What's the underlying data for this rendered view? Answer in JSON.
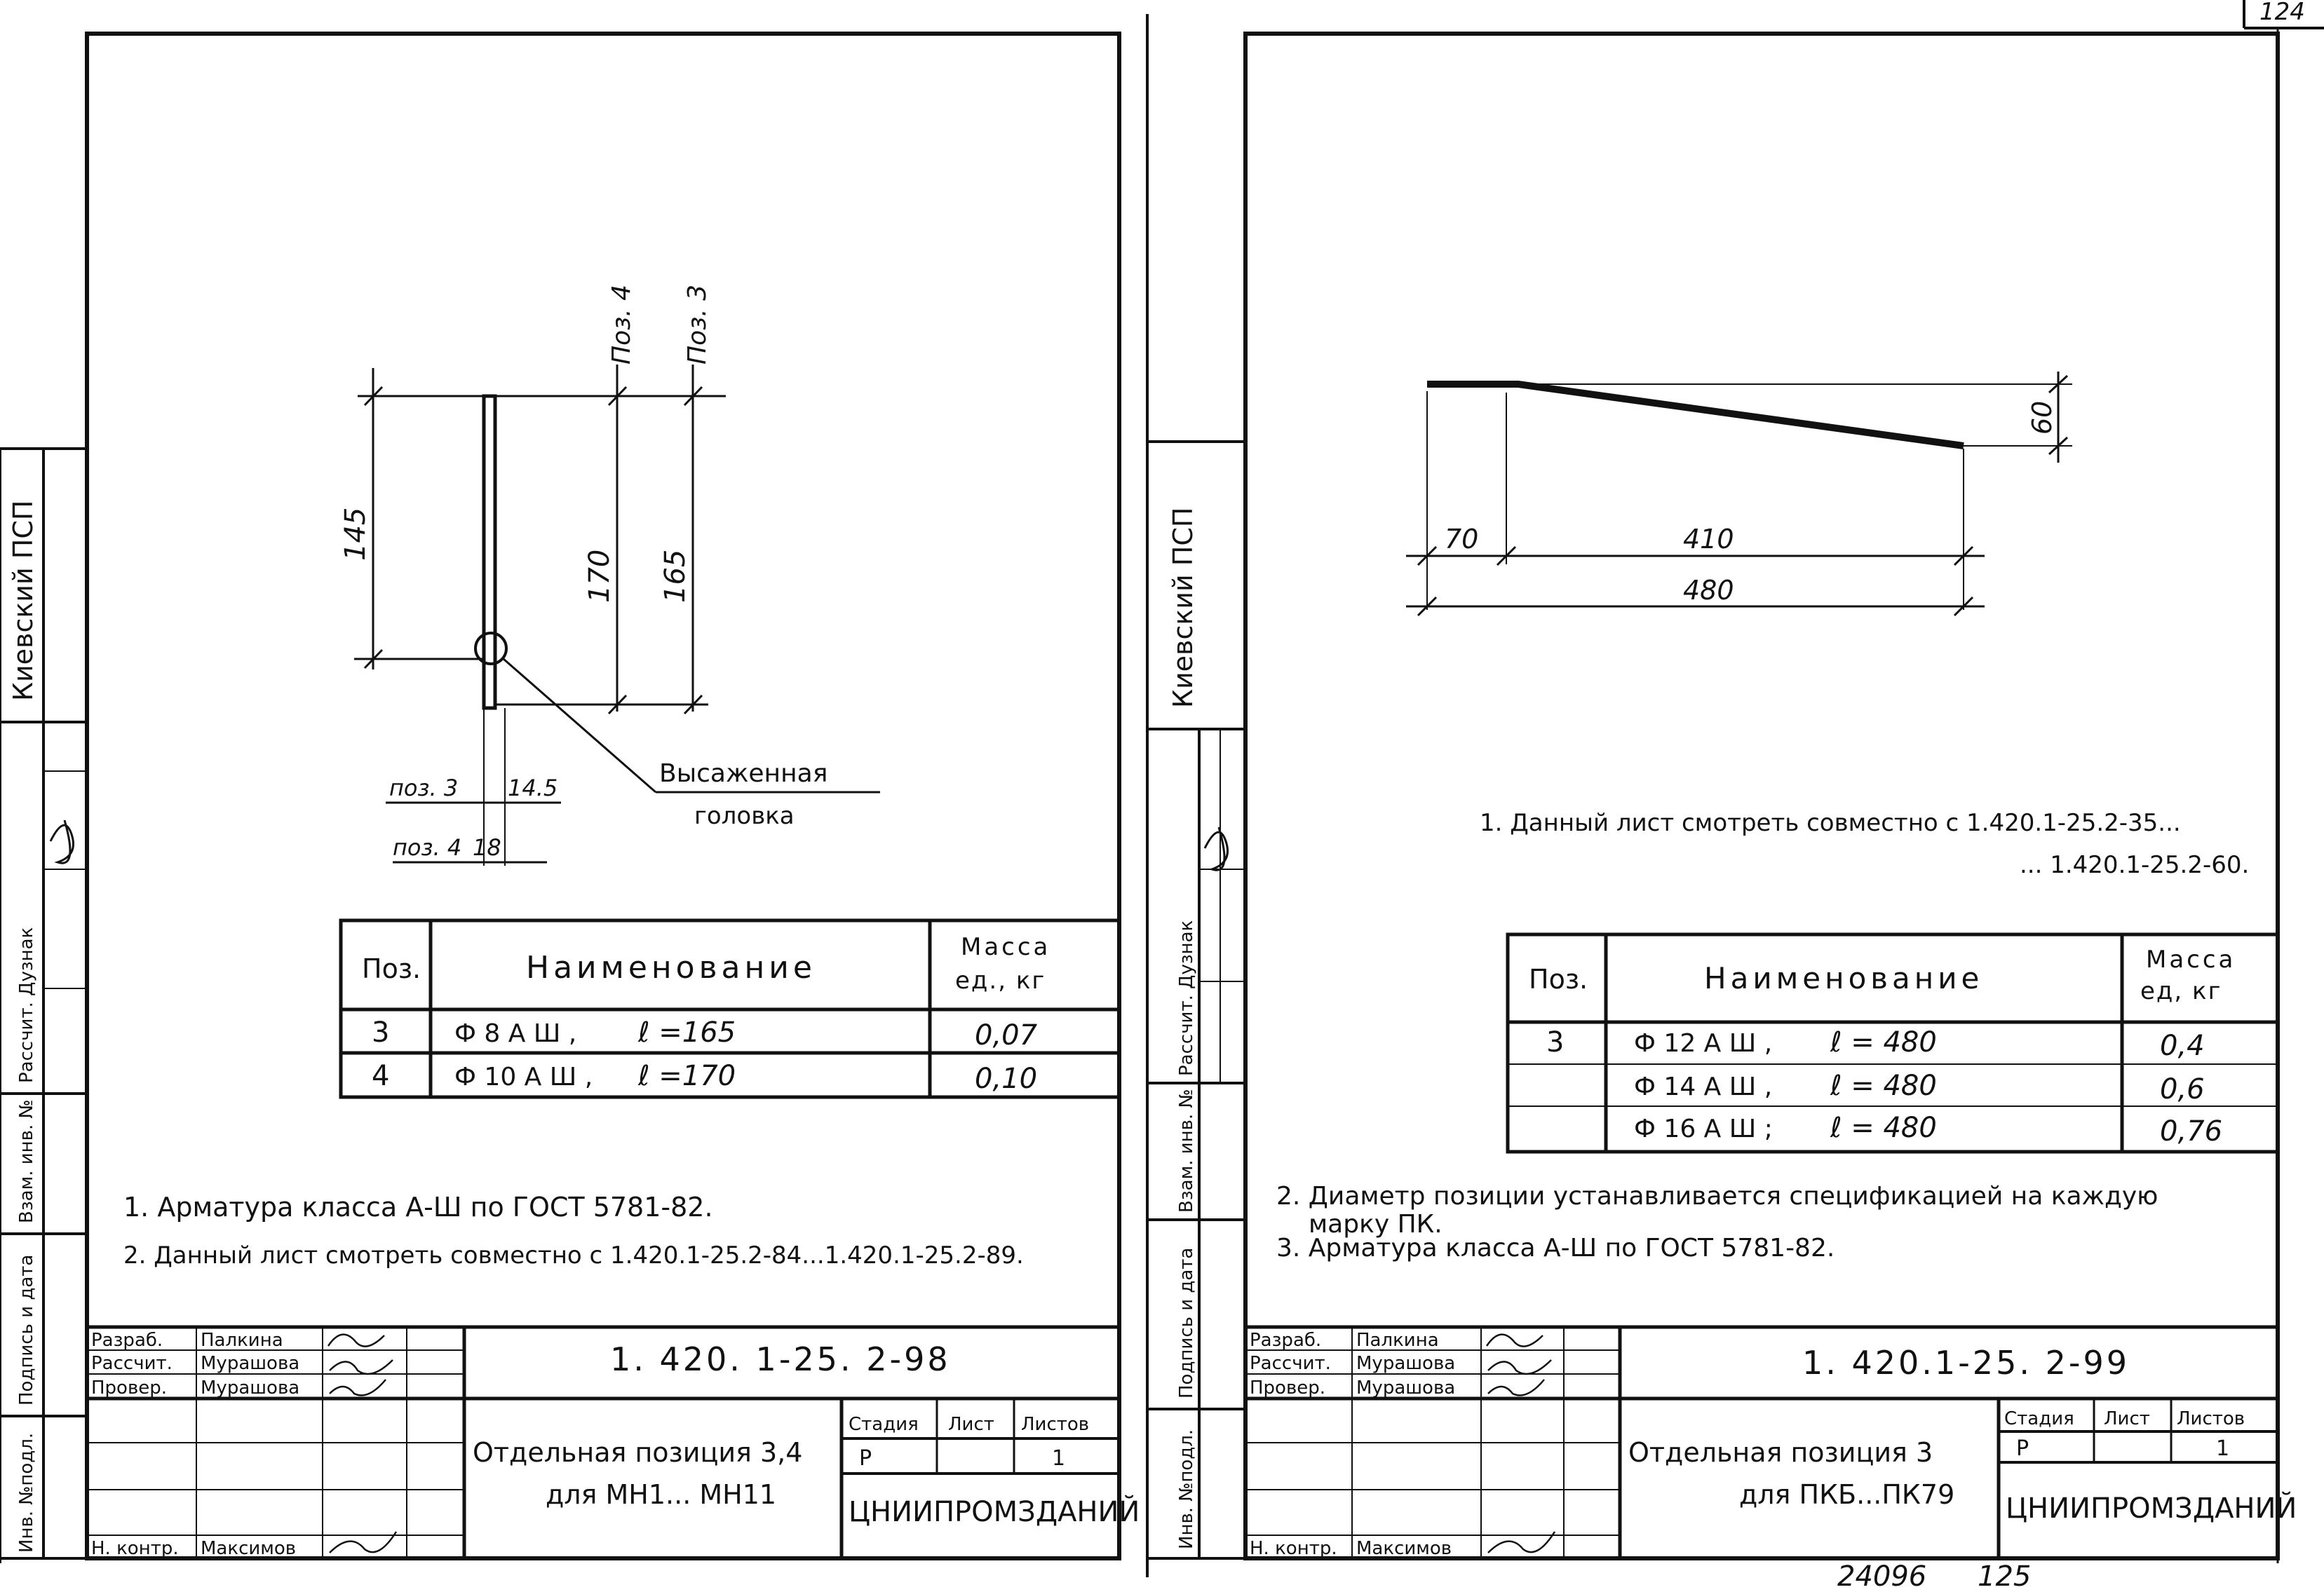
{
  "page_number": "124",
  "footer": {
    "number_a": "24096",
    "number_b": "125"
  },
  "left_sheet": {
    "side_label": "Киевский ПСП",
    "side_columns": [
      "Инв. №подл.",
      "Подпись и дата",
      "Взам. инв. №",
      "Рассчит. Дузнак"
    ],
    "drawing": {
      "pos4": "Поз. 4",
      "pos3": "Поз. 3",
      "dim145": "145",
      "dim170": "170",
      "dim165": "165",
      "head_label_1": "Высаженная",
      "head_label_2": "головка",
      "pos3_small": "поз. 3",
      "pos3_dia": "14.5",
      "pos4_small": "поз. 4",
      "pos4_dia": "18"
    },
    "table": {
      "headers": {
        "pos": "Поз.",
        "name": "Наименование",
        "mass_1": "Масса",
        "mass_2": "ед., кг"
      },
      "rows": [
        {
          "pos": "3",
          "name": "Ф 8 А Ш ,",
          "len": "ℓ =165",
          "mass": "0,07"
        },
        {
          "pos": "4",
          "name": "Ф 10 А Ш ,",
          "len": "ℓ =170",
          "mass": "0,10"
        }
      ]
    },
    "notes": [
      "1. Арматура класса А-Ш по ГОСТ 5781-82.",
      "2. Данный лист смотреть совместно с 1.420.1-25.2-84...1.420.1-25.2-89."
    ],
    "stamp": {
      "roles": [
        "Разраб.",
        "Рассчит.",
        "Провер.",
        "Н. контр."
      ],
      "names": [
        "Палкина",
        "Мурашова",
        "Мурашова",
        "Максимов"
      ],
      "doc_code": "1. 420. 1-25. 2-98",
      "title_1": "Отдельная позиция 3,4",
      "title_2": "для МН1... МН11",
      "stage_h": "Стадия",
      "sheet_h": "Лист",
      "sheets_h": "Листов",
      "stage": "Р",
      "sheets": "1",
      "org": "ЦНИИПРОМЗДАНИЙ"
    }
  },
  "right_sheet": {
    "side_label": "Киевский ПСП",
    "side_columns": [
      "Инв. №подл.",
      "Подпись и дата",
      "Взам. инв. №",
      "Рассчит. Дузнак"
    ],
    "drawing": {
      "dim70": "70",
      "dim410": "410",
      "dim480": "480",
      "dim60": "60"
    },
    "note_top_1": "1. Данный лист смотреть совместно с 1.420.1-25.2-35...",
    "note_top_2": "... 1.420.1-25.2-60.",
    "table": {
      "headers": {
        "pos": "Поз.",
        "name": "Наименование",
        "mass_1": "Масса",
        "mass_2": "ед, кг"
      },
      "rows": [
        {
          "pos": "3",
          "name": "Ф 12 А Ш ,",
          "len": "ℓ = 480",
          "mass": "0,4"
        },
        {
          "pos": "",
          "name": "Ф 14 А Ш ,",
          "len": "ℓ = 480",
          "mass": "0,6"
        },
        {
          "pos": "",
          "name": "Ф 16 А Ш ;",
          "len": "ℓ = 480",
          "mass": "0,76"
        }
      ]
    },
    "notes": [
      "2. Диаметр позиции устанавливается спецификацией на каждую",
      "марку ПК.",
      "3. Арматура класса А-Ш по ГОСТ 5781-82."
    ],
    "stamp": {
      "roles": [
        "Разраб.",
        "Рассчит.",
        "Провер.",
        "Н. контр."
      ],
      "names": [
        "Палкина",
        "Мурашова",
        "Мурашова",
        "Максимов"
      ],
      "doc_code": "1. 420.1-25. 2-99",
      "title_1": "Отдельная позиция 3",
      "title_2": "для ПКБ...ПК79",
      "stage_h": "Стадия",
      "sheet_h": "Лист",
      "sheets_h": "Листов",
      "stage": "Р",
      "sheets": "1",
      "org": "ЦНИИПРОМЗДАНИЙ"
    }
  }
}
